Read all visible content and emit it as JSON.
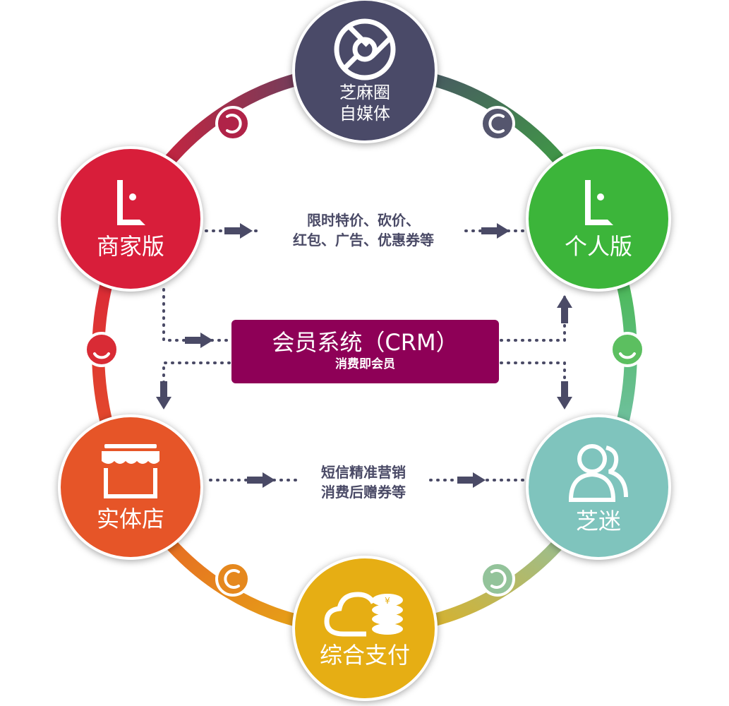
{
  "nodes": {
    "top": {
      "label1": "芝麻圈",
      "label2": "自媒体",
      "color": "#4a4a68"
    },
    "merchant": {
      "label": "商家版",
      "color": "#d81e3a"
    },
    "personal": {
      "label": "个人版",
      "color": "#3cb53a"
    },
    "store": {
      "label": "实体店",
      "color": "#e65528"
    },
    "fans": {
      "label": "芝迷",
      "color": "#7fc4bd"
    },
    "payment": {
      "label": "综合支付",
      "color": "#e6ae14"
    }
  },
  "notes": {
    "top_line1": "限时特价、砍价、",
    "top_line2": "红包、广告、优惠券等",
    "bottom_line1": "短信精准营销",
    "bottom_line2": "消费后赠券等"
  },
  "crm": {
    "title": "会员系统（CRM）",
    "subtitle": "消费即会员",
    "color": "#8e0057"
  }
}
